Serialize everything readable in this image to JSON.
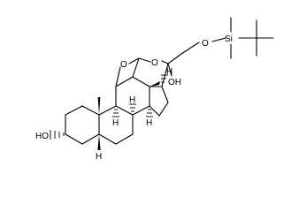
{
  "structure": {
    "labels": {
      "ho_left": "HO",
      "oh_right": "OH",
      "o_ring_left": "O",
      "o_ring_right": "O",
      "o_ether": "O",
      "si": "Si",
      "h_c9": "H",
      "h_c8": "H",
      "h_c14": "H",
      "h_c17": "H",
      "h_c5": "H"
    },
    "colors": {
      "ink": "#000000",
      "background": "#ffffff"
    }
  }
}
